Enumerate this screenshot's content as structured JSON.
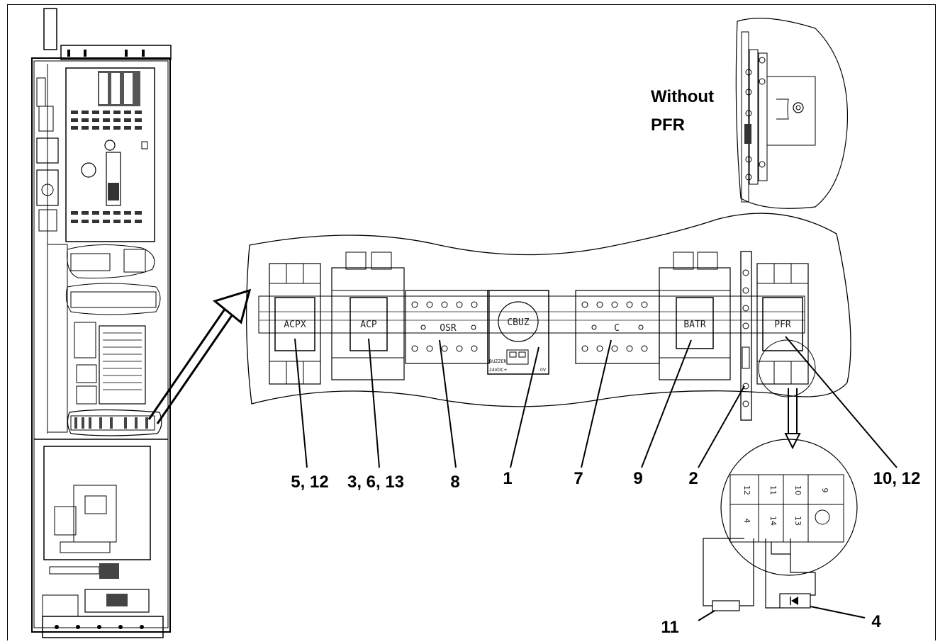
{
  "without_pfr_label": "Without\nPFR",
  "modules": [
    {
      "id": "acpx",
      "text": "ACPX"
    },
    {
      "id": "acp",
      "text": "ACP"
    },
    {
      "id": "osr",
      "text": "OSR"
    },
    {
      "id": "cbuz",
      "text": "CBUZ"
    },
    {
      "id": "c",
      "text": "C"
    },
    {
      "id": "batr",
      "text": "BATR"
    },
    {
      "id": "pfr",
      "text": "PFR"
    }
  ],
  "buzzer_text": {
    "line1": "BUZZER",
    "line2": "24VDC+",
    "line3": "0V"
  },
  "callouts": {
    "acpx": "5, 12",
    "acp": "3, 6, 13",
    "osr": "8",
    "cbuz": "1",
    "c": "7",
    "batr": "9",
    "terminal": "2",
    "pfr": "10, 12",
    "resistor": "11",
    "diode": "4"
  },
  "relay_terminals": {
    "top": [
      "12",
      "11",
      "10",
      "9"
    ],
    "bottom": [
      "4",
      "14",
      "13"
    ]
  }
}
